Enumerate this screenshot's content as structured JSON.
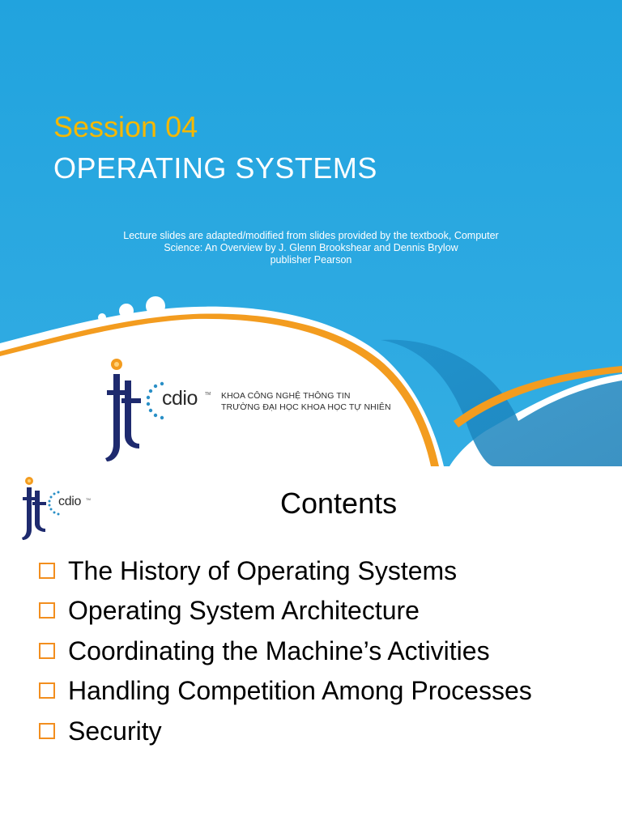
{
  "slide1": {
    "session_number": "Session 04",
    "session_title": "OPERATING SYSTEMS",
    "credit_lines": [
      "Lecture slides are adapted/modified from slides provided by the textbook, Computer",
      "Science: An Overview by J. Glenn Brookshear and Dennis Brylow",
      "publisher Pearson"
    ],
    "logo": {
      "cdio_text": "cdio",
      "cdio_tm": "TM",
      "faculty_lines": [
        "KHOA CÔNG NGHỆ THÔNG TIN",
        "TRƯỜNG ĐẠI HỌC KHOA HỌC TỰ NHIÊN"
      ]
    },
    "colors": {
      "background_blue": "#29a6e0",
      "accent_orange": "#f39c1f",
      "title_yellow": "#f5b800"
    }
  },
  "slide2": {
    "logo": {
      "cdio_text": "cdio",
      "cdio_tm": "TM"
    },
    "title": "Contents",
    "items": [
      "The History of Operating Systems",
      "Operating System Architecture",
      "Coordinating the Machine’s Activities",
      "Handling Competition Among Processes",
      "Security"
    ],
    "colors": {
      "bullet_box": "#f28e1e"
    }
  }
}
